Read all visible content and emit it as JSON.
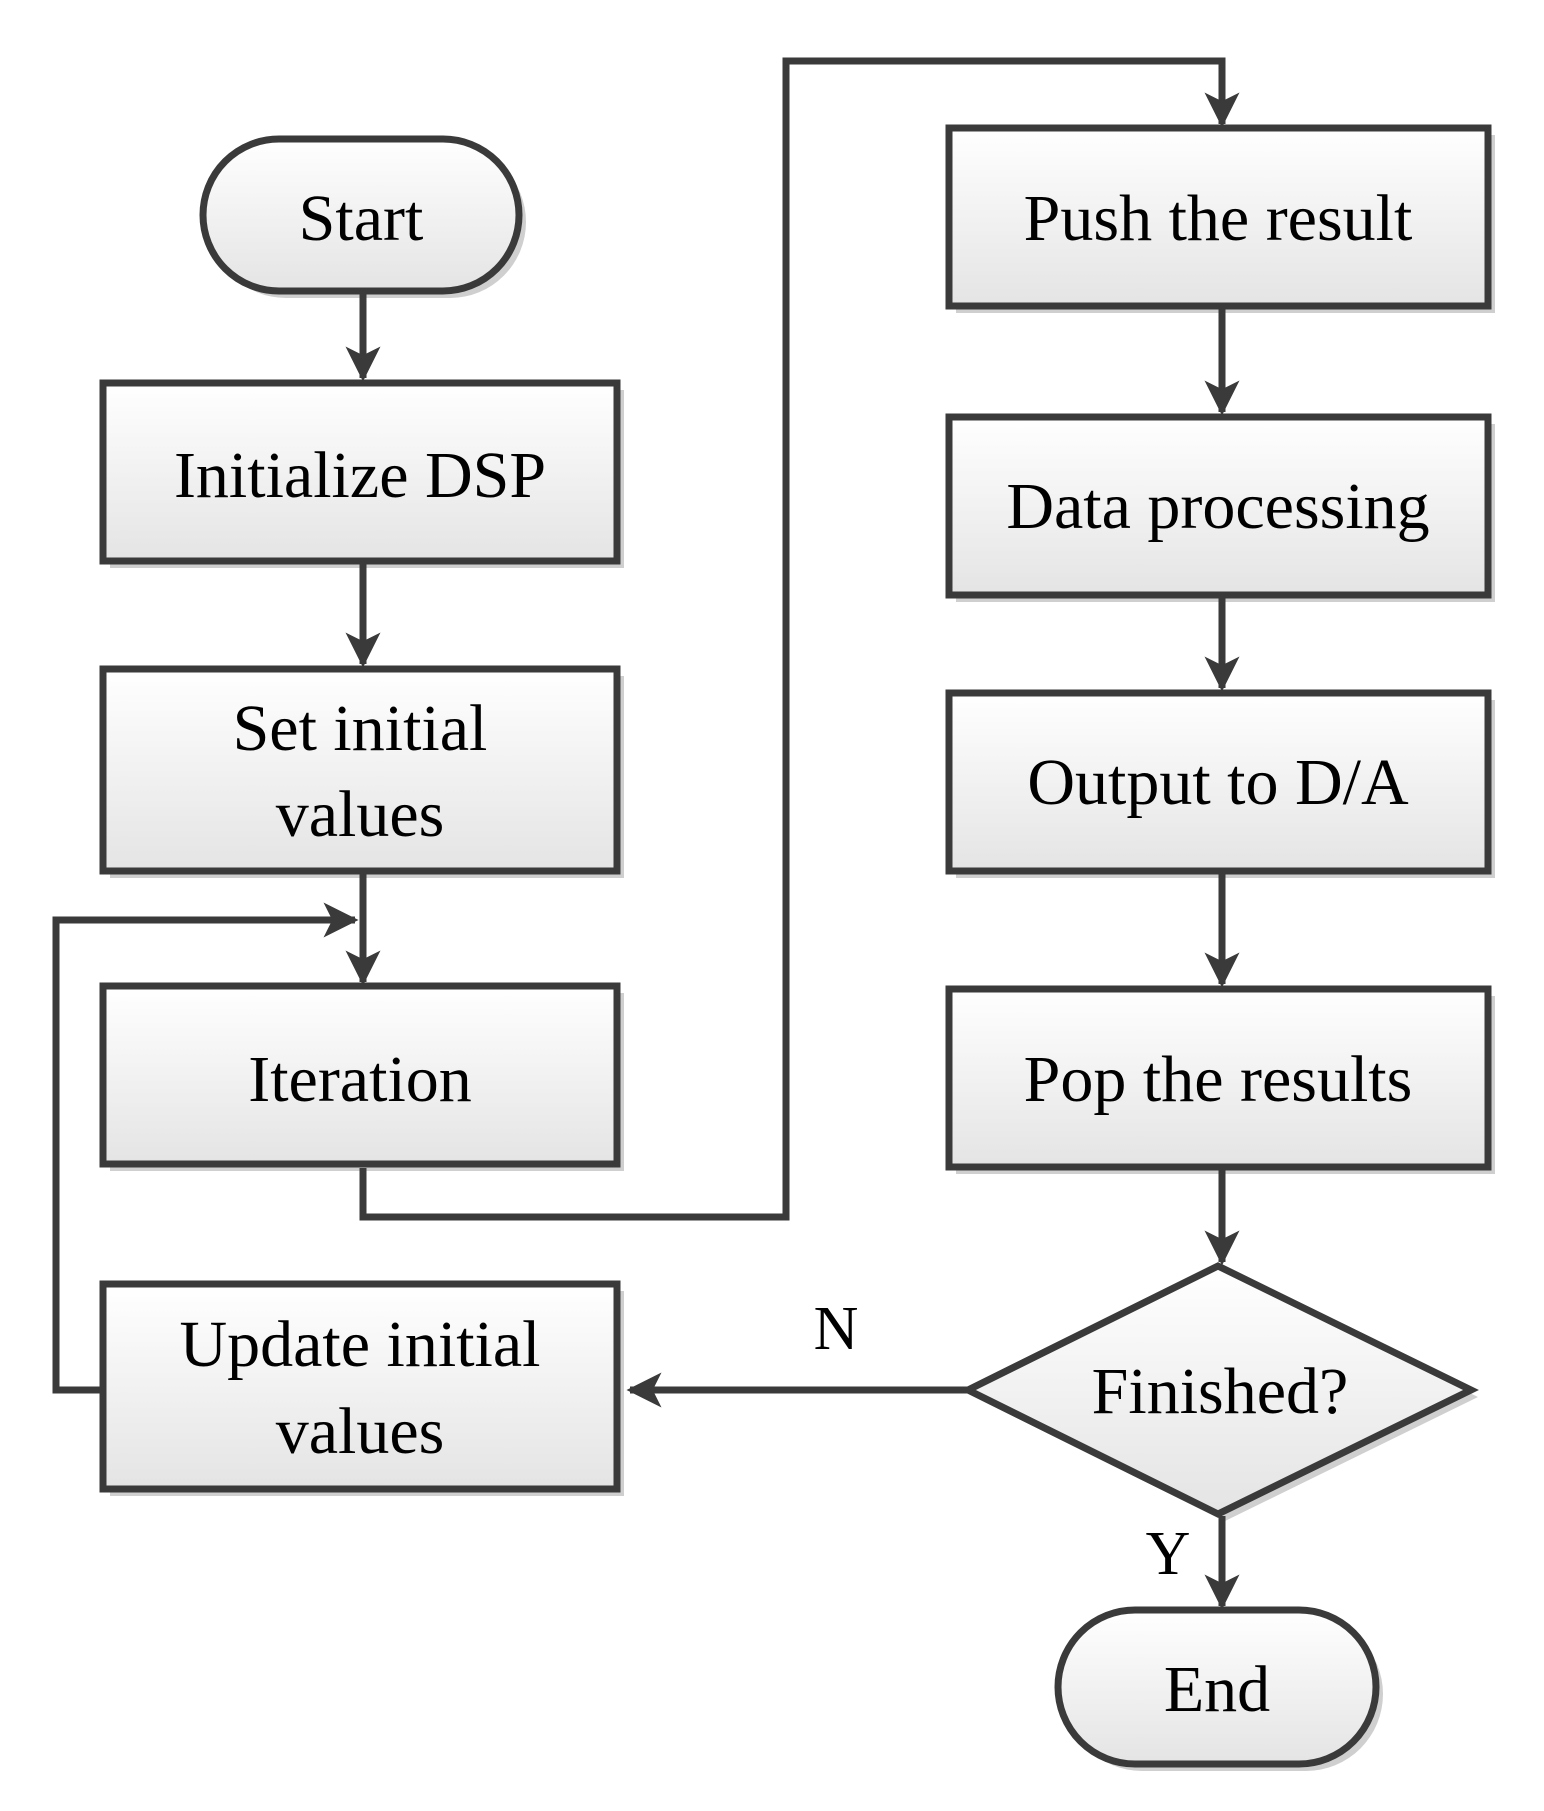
{
  "colors": {
    "stroke": "#3a3a3a",
    "fill_top": "#ffffff",
    "fill_bottom": "#e4e4e4",
    "shadow": "#cfcfcf"
  },
  "nodes": {
    "start": {
      "text": "Start"
    },
    "init_dsp": {
      "text": "Initialize DSP"
    },
    "set_initial": {
      "line1": "Set initial",
      "line2": "values"
    },
    "iteration": {
      "text": "Iteration"
    },
    "update_initial": {
      "line1": "Update initial",
      "line2": "values"
    },
    "push": {
      "text": "Push the result"
    },
    "data_proc": {
      "text": "Data processing"
    },
    "output": {
      "text": "Output to D/A"
    },
    "pop": {
      "text": "Pop the results"
    },
    "finished": {
      "text": "Finished?"
    },
    "end": {
      "text": "End"
    }
  },
  "edge_labels": {
    "no": "N",
    "yes": "Y"
  }
}
